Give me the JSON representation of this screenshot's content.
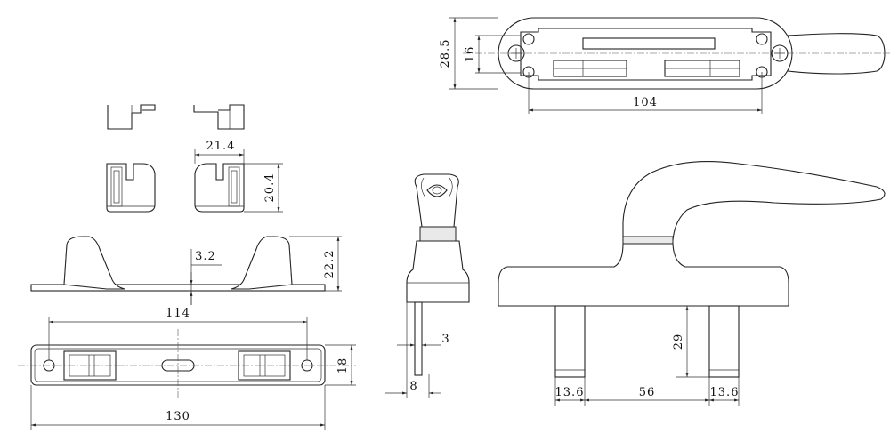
{
  "dimensions": {
    "top_width": "104",
    "top_height_outer": "28.5",
    "top_height_inner": "16",
    "block_width": "21.4",
    "block_height": "20.4",
    "strike_gap": "3.2",
    "strike_height": "22.2",
    "strike_hole_span": "114",
    "strike_width": "18",
    "strike_length": "130",
    "spindle_offset": "3",
    "spindle_thickness": "8",
    "handle_height": "29",
    "handle_left_leg": "13.6",
    "handle_spacing": "56",
    "handle_right_leg": "13.6"
  }
}
